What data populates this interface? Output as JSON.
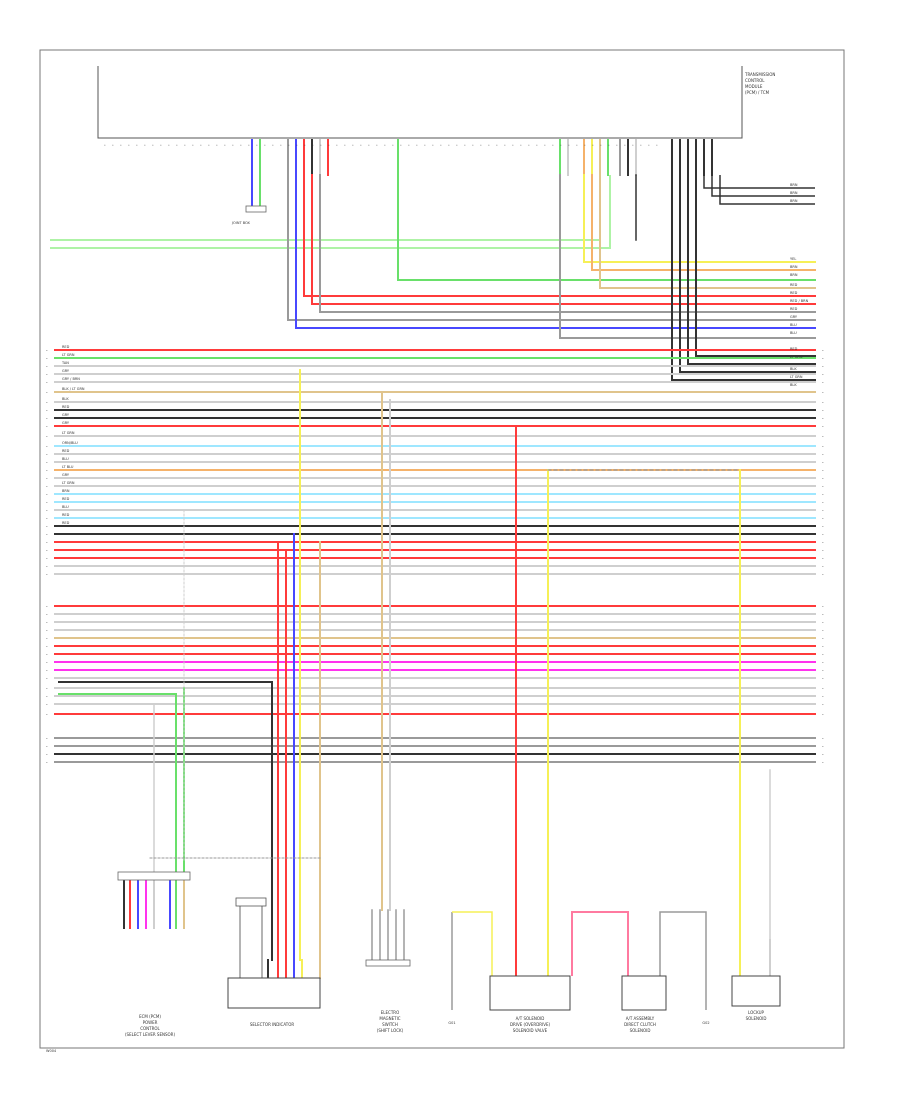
{
  "ecm": {
    "label_lines": [
      "TRANSMISSION",
      "CONTROL",
      "MODULE",
      "(PCM) / TCM"
    ]
  },
  "harness_labels": [
    "RED",
    "LT GRN",
    "TAN",
    "GRY",
    "GRY / BRN",
    "BLK / LT GRN",
    "BLK",
    "RED",
    "GRY",
    "GRY",
    "LT GRN",
    "ORN/BLU",
    "RED",
    "BLU",
    "LT BLU",
    "GRY",
    "LT GRN",
    "BRN",
    "RED",
    "BLU",
    "RED",
    "RED"
  ],
  "right_labels": [
    "BRN",
    "BRN",
    "BRN",
    "YEL",
    "BRN",
    "BRN",
    "RED",
    "RED / BRN",
    "RED",
    "RED",
    "BLU",
    "BLU",
    "GRY",
    "RED",
    "LT GRN",
    "BLK",
    "LT GRN",
    "BLK"
  ],
  "components": {
    "c1": [
      "ECM (PCM)",
      "POWER",
      "CONTROL",
      "(SELECT LEVER SENSOR)"
    ],
    "c2": [
      "SELECTOR INDICATOR"
    ],
    "c3": [
      "ELECTRO",
      "MAGNETIC",
      "SWITCH",
      "(SHIFT LOCK)"
    ],
    "c4": [
      "A/T SOLENOID",
      "DRIVE (OVERDRIVE)",
      "SOLENOID VALVE"
    ],
    "c5": [
      "A/T ASSEMBLY",
      "DIRECT CLUTCH",
      "SOLENOID"
    ],
    "c6": [
      "LOCKUP",
      "SOLENOID"
    ],
    "gnd1": "G01",
    "gnd2": "G02"
  },
  "footer": "W004"
}
